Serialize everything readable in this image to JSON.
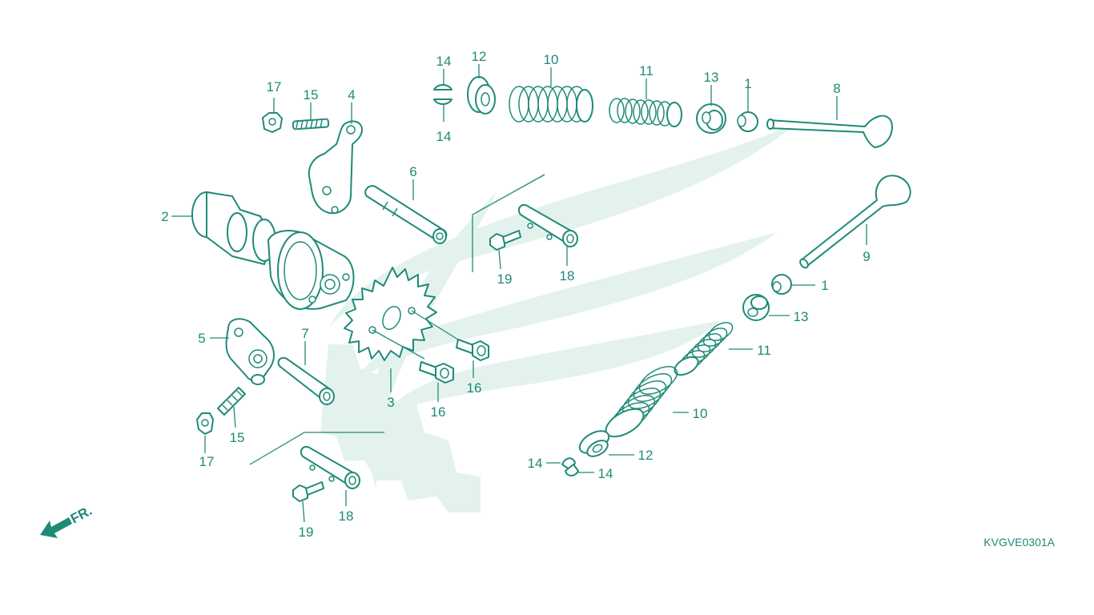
{
  "diagram": {
    "code": "KVGVE0301A",
    "front_label": "FR.",
    "colors": {
      "ink": "#1f8a78",
      "watermark": "#e4f2ee",
      "background": "#ffffff"
    },
    "labels": {
      "l1a": "1",
      "l1b": "1",
      "l2": "2",
      "l3": "3",
      "l4": "4",
      "l5": "5",
      "l6": "6",
      "l7": "7",
      "l8": "8",
      "l9": "9",
      "l10a": "10",
      "l10b": "10",
      "l11a": "11",
      "l11b": "11",
      "l12a": "12",
      "l12b": "12",
      "l13a": "13",
      "l13b": "13",
      "l14a": "14",
      "l14b": "14",
      "l14c": "14",
      "l14d": "14",
      "l15a": "15",
      "l15b": "15",
      "l16a": "16",
      "l16b": "16",
      "l17a": "17",
      "l17b": "17",
      "l18a": "18",
      "l18b": "18",
      "l19a": "19",
      "l19b": "19"
    }
  }
}
